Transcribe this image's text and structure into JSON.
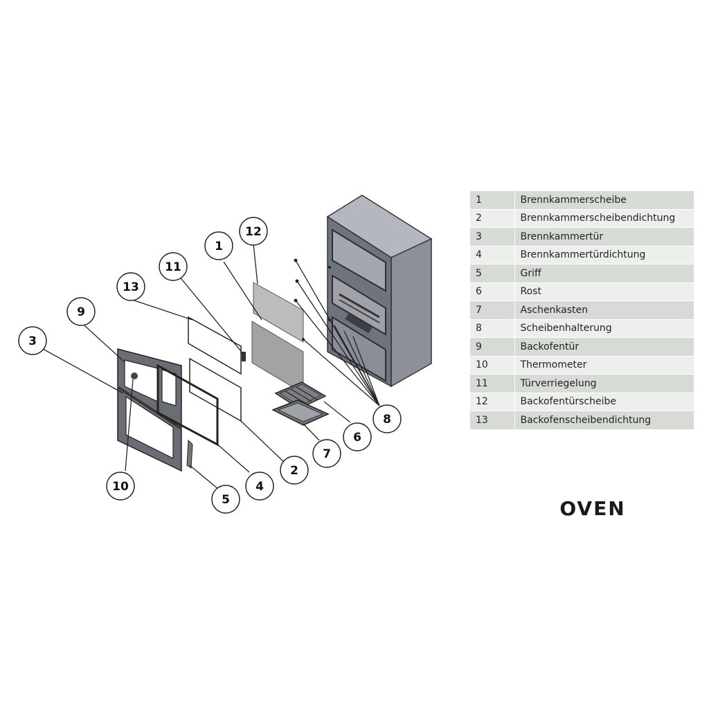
{
  "title": "OVEN",
  "parts": [
    {
      "num": "1",
      "name": "Brennkammerscheibe"
    },
    {
      "num": "2",
      "name": "Brennkammerscheibendichtung"
    },
    {
      "num": "3",
      "name": "Brennkammertür"
    },
    {
      "num": "4",
      "name": "Brennkammertürdichtung"
    },
    {
      "num": "5",
      "name": "Griff"
    },
    {
      "num": "6",
      "name": "Rost"
    },
    {
      "num": "7",
      "name": "Aschenkasten"
    },
    {
      "num": "8",
      "name": "Scheibenhalterung"
    },
    {
      "num": "9",
      "name": "Backofentür"
    },
    {
      "num": "10",
      "name": "Thermometer"
    },
    {
      "num": "11",
      "name": "Türverriegelung"
    },
    {
      "num": "12",
      "name": "Backofentürscheibe"
    },
    {
      "num": "13",
      "name": "Backofenscheibendichtung"
    }
  ],
  "callouts": [
    "1",
    "2",
    "3",
    "4",
    "5",
    "6",
    "7",
    "8",
    "9",
    "10",
    "11",
    "12",
    "13"
  ],
  "colors": {
    "metal": "#7d818b",
    "metal_dark": "#4a4d55",
    "glass": "#a5a5a5",
    "table_dark": "#d6dbd6",
    "table_light": "#edefed"
  }
}
